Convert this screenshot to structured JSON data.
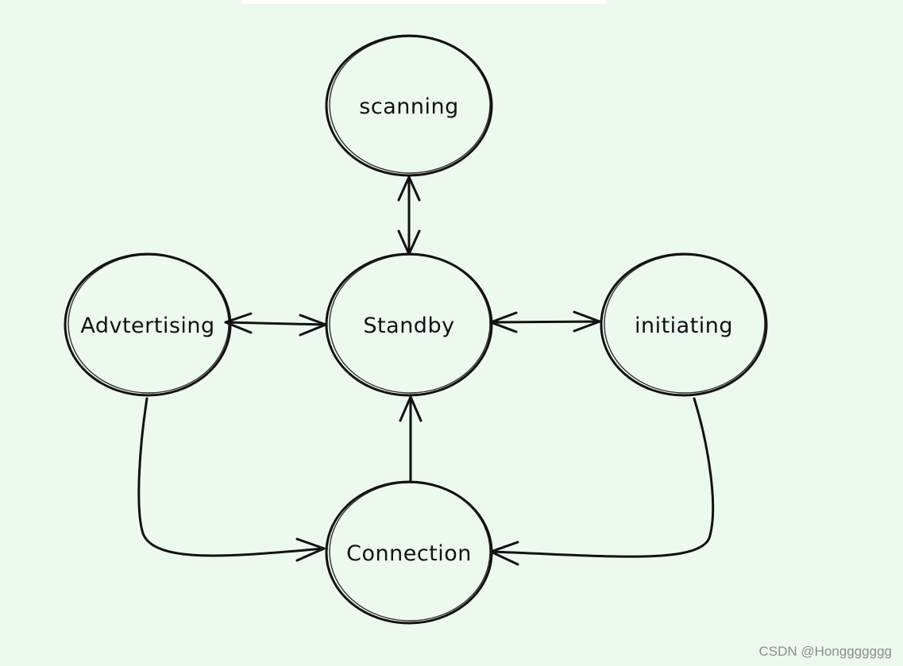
{
  "nodes": {
    "scanning": {
      "label": "scanning"
    },
    "standby": {
      "label": "Standby"
    },
    "advertising": {
      "label": "Advtertising"
    },
    "initiating": {
      "label": "initiating"
    },
    "connection": {
      "label": "Connection"
    }
  },
  "edges": [
    {
      "from": "scanning",
      "to": "standby",
      "direction": "bidirectional"
    },
    {
      "from": "advertising",
      "to": "standby",
      "direction": "bidirectional"
    },
    {
      "from": "standby",
      "to": "initiating",
      "direction": "bidirectional"
    },
    {
      "from": "connection",
      "to": "standby",
      "direction": "forward"
    },
    {
      "from": "advertising",
      "to": "connection",
      "direction": "forward"
    },
    {
      "from": "initiating",
      "to": "connection",
      "direction": "forward"
    }
  ],
  "watermark": "CSDN @Honggggggg",
  "colors": {
    "background": "#ecf9ee",
    "stroke": "#111111",
    "watermark": "#8a8f8b"
  }
}
